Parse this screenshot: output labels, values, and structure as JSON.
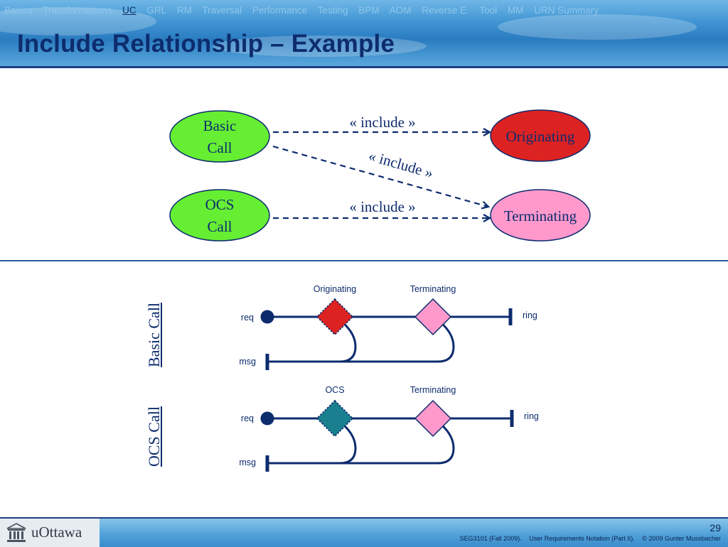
{
  "nav": {
    "items": [
      "Basics",
      "Transformations",
      "UC",
      "GRL",
      "RM",
      "Traversal",
      "Performance",
      "Testing",
      "BPM",
      "AOM",
      "Reverse E.",
      "Tool",
      "MM",
      "URN Summary"
    ],
    "active_index": 2
  },
  "slide": {
    "title": "Include Relationship – Example"
  },
  "use_case_diagram": {
    "use_cases": {
      "basic_call": [
        "Basic",
        "Call"
      ],
      "ocs_call": [
        "OCS",
        "Call"
      ],
      "originating": "Originating",
      "terminating": "Terminating"
    },
    "relationships": [
      {
        "from": "Basic Call",
        "to": "Originating",
        "label": "« include »"
      },
      {
        "from": "Basic Call",
        "to": "Terminating",
        "label": "« include »"
      },
      {
        "from": "OCS Call",
        "to": "Terminating",
        "label": "« include »"
      }
    ],
    "colors": {
      "use_case_green": "#66ee33",
      "originating_red": "#dd2222",
      "terminating_pink": "#ff99cc",
      "line_navy": "#0d2c6e"
    }
  },
  "ucm_diagrams": [
    {
      "name": "Basic Call",
      "stubs": [
        {
          "label": "Originating",
          "color": "#dd2222",
          "style": "dotted"
        },
        {
          "label": "Terminating",
          "color": "#ff99cc",
          "style": "solid"
        }
      ],
      "start_label": "req",
      "end_label": "ring",
      "second_end_label": "msg"
    },
    {
      "name": "OCS Call",
      "stubs": [
        {
          "label": "OCS",
          "color": "#1a7f8e",
          "style": "dotted"
        },
        {
          "label": "Terminating",
          "color": "#ff99cc",
          "style": "solid"
        }
      ],
      "start_label": "req",
      "end_label": "ring",
      "second_end_label": "msg"
    }
  ],
  "footer": {
    "logo_text": "uOttawa",
    "page_number": "29",
    "course": "SEG3101 (Fall 2009).",
    "topic": "User Requirements Notation (Part II).",
    "copyright": "© 2009 Gunter Mussbacher"
  }
}
